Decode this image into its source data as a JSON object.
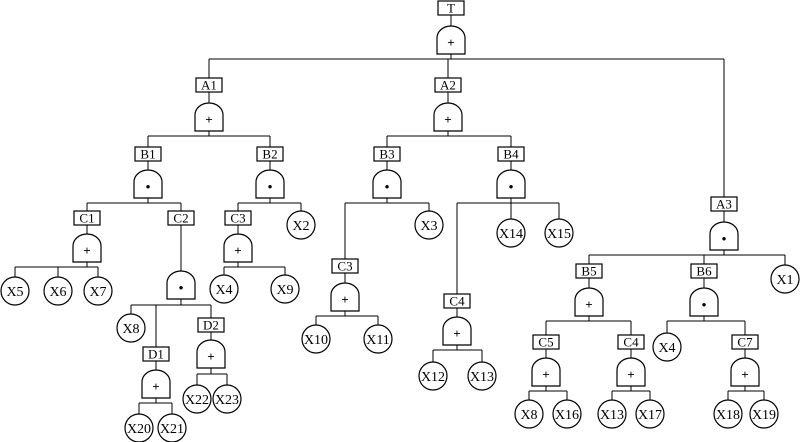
{
  "top": {
    "label": "T",
    "gate": "or"
  },
  "gates": {
    "A1": {
      "label": "A1",
      "gate": "or"
    },
    "A2": {
      "label": "A2",
      "gate": "or"
    },
    "A3": {
      "label": "A3",
      "gate": "and"
    },
    "B1": {
      "label": "B1",
      "gate": "and"
    },
    "B2": {
      "label": "B2",
      "gate": "and"
    },
    "B3": {
      "label": "B3",
      "gate": "and"
    },
    "B4": {
      "label": "B4",
      "gate": "and"
    },
    "B5": {
      "label": "B5",
      "gate": "or"
    },
    "B6": {
      "label": "B6",
      "gate": "and"
    },
    "C1": {
      "label": "C1",
      "gate": "or"
    },
    "C2": {
      "label": "C2",
      "gate": "and"
    },
    "C3a": {
      "label": "C3",
      "gate": "or"
    },
    "C3b": {
      "label": "C3",
      "gate": "or"
    },
    "C4a": {
      "label": "C4",
      "gate": "or"
    },
    "C4b": {
      "label": "C4",
      "gate": "or"
    },
    "C5": {
      "label": "C5",
      "gate": "or"
    },
    "C7": {
      "label": "C7",
      "gate": "or"
    },
    "D1": {
      "label": "D1",
      "gate": "or"
    },
    "D2": {
      "label": "D2",
      "gate": "or"
    }
  },
  "symbols": {
    "or": "+",
    "and": "•"
  },
  "events": {
    "X5": "X5",
    "X6": "X6",
    "X7": "X7",
    "X8a": "X8",
    "X20": "X20",
    "X21": "X21",
    "X22": "X22",
    "X23": "X23",
    "X4a": "X4",
    "X9": "X9",
    "X2": "X2",
    "X10": "X10",
    "X11": "X11",
    "X3": "X3",
    "X12": "X12",
    "X13a": "X13",
    "X14": "X14",
    "X15": "X15",
    "X1": "X1",
    "X8b": "X8",
    "X16": "X16",
    "X13b": "X13",
    "X17": "X17",
    "X4b": "X4",
    "X18": "X18",
    "X19": "X19"
  }
}
